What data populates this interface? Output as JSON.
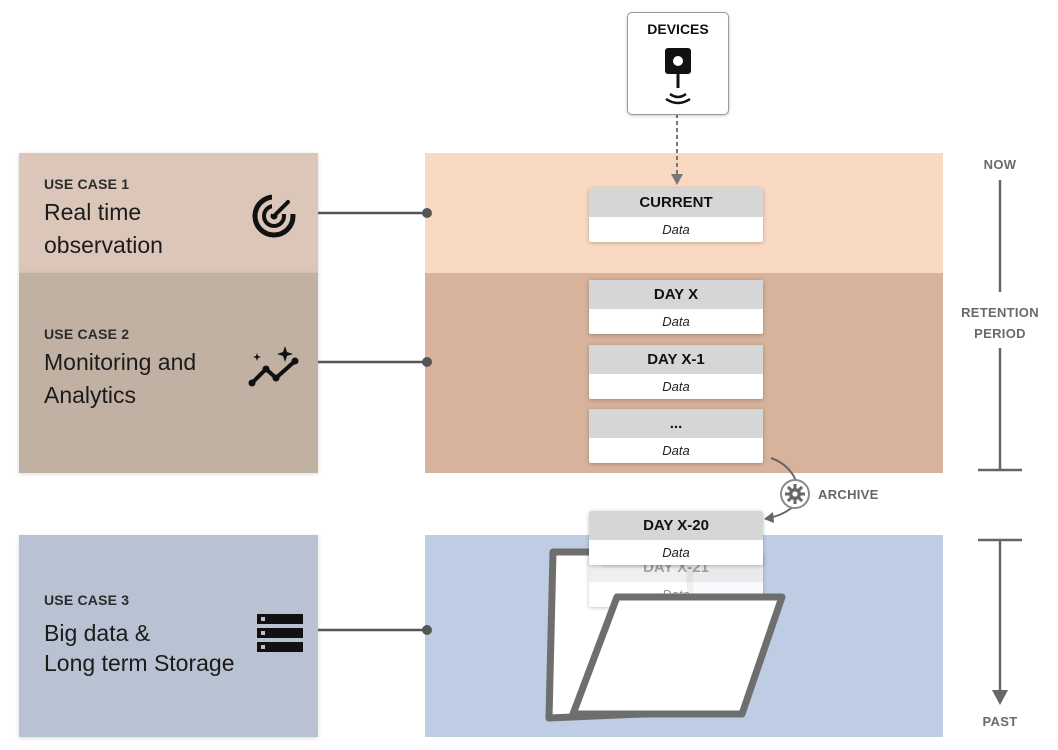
{
  "devices": {
    "label": "DEVICES"
  },
  "use_cases": [
    {
      "tag": "USE CASE 1",
      "title_line1": "Real time",
      "title_line2": "observation",
      "icon": "radar-icon"
    },
    {
      "tag": "USE CASE 2",
      "title_line1": "Monitoring and",
      "title_line2": "Analytics",
      "icon": "sparkle-trend-icon"
    },
    {
      "tag": "USE CASE 3",
      "title_line1": "Big data &",
      "title_line2": "Long term Storage",
      "icon": "server-icon"
    }
  ],
  "cards": [
    {
      "head": "CURRENT",
      "body": "Data"
    },
    {
      "head": "DAY X",
      "body": "Data"
    },
    {
      "head": "DAY X-1",
      "body": "Data"
    },
    {
      "head": "...",
      "body": "Data"
    },
    {
      "head": "DAY X-20",
      "body": "Data"
    },
    {
      "head": "DAY X-21",
      "body": "Data"
    }
  ],
  "archive": {
    "label": "ARCHIVE"
  },
  "timeline": {
    "now": "NOW",
    "retention_line1": "RETENTION",
    "retention_line2": "PERIOD",
    "past": "PAST"
  },
  "colors": {
    "uc1": "#dcc6ba",
    "uc2": "#c1b1a3",
    "uc3": "#b8c2d2",
    "zone_now": "#f9d9c2",
    "zone_retention": "#d6b39a",
    "zone_archive": "#bfcde4"
  }
}
